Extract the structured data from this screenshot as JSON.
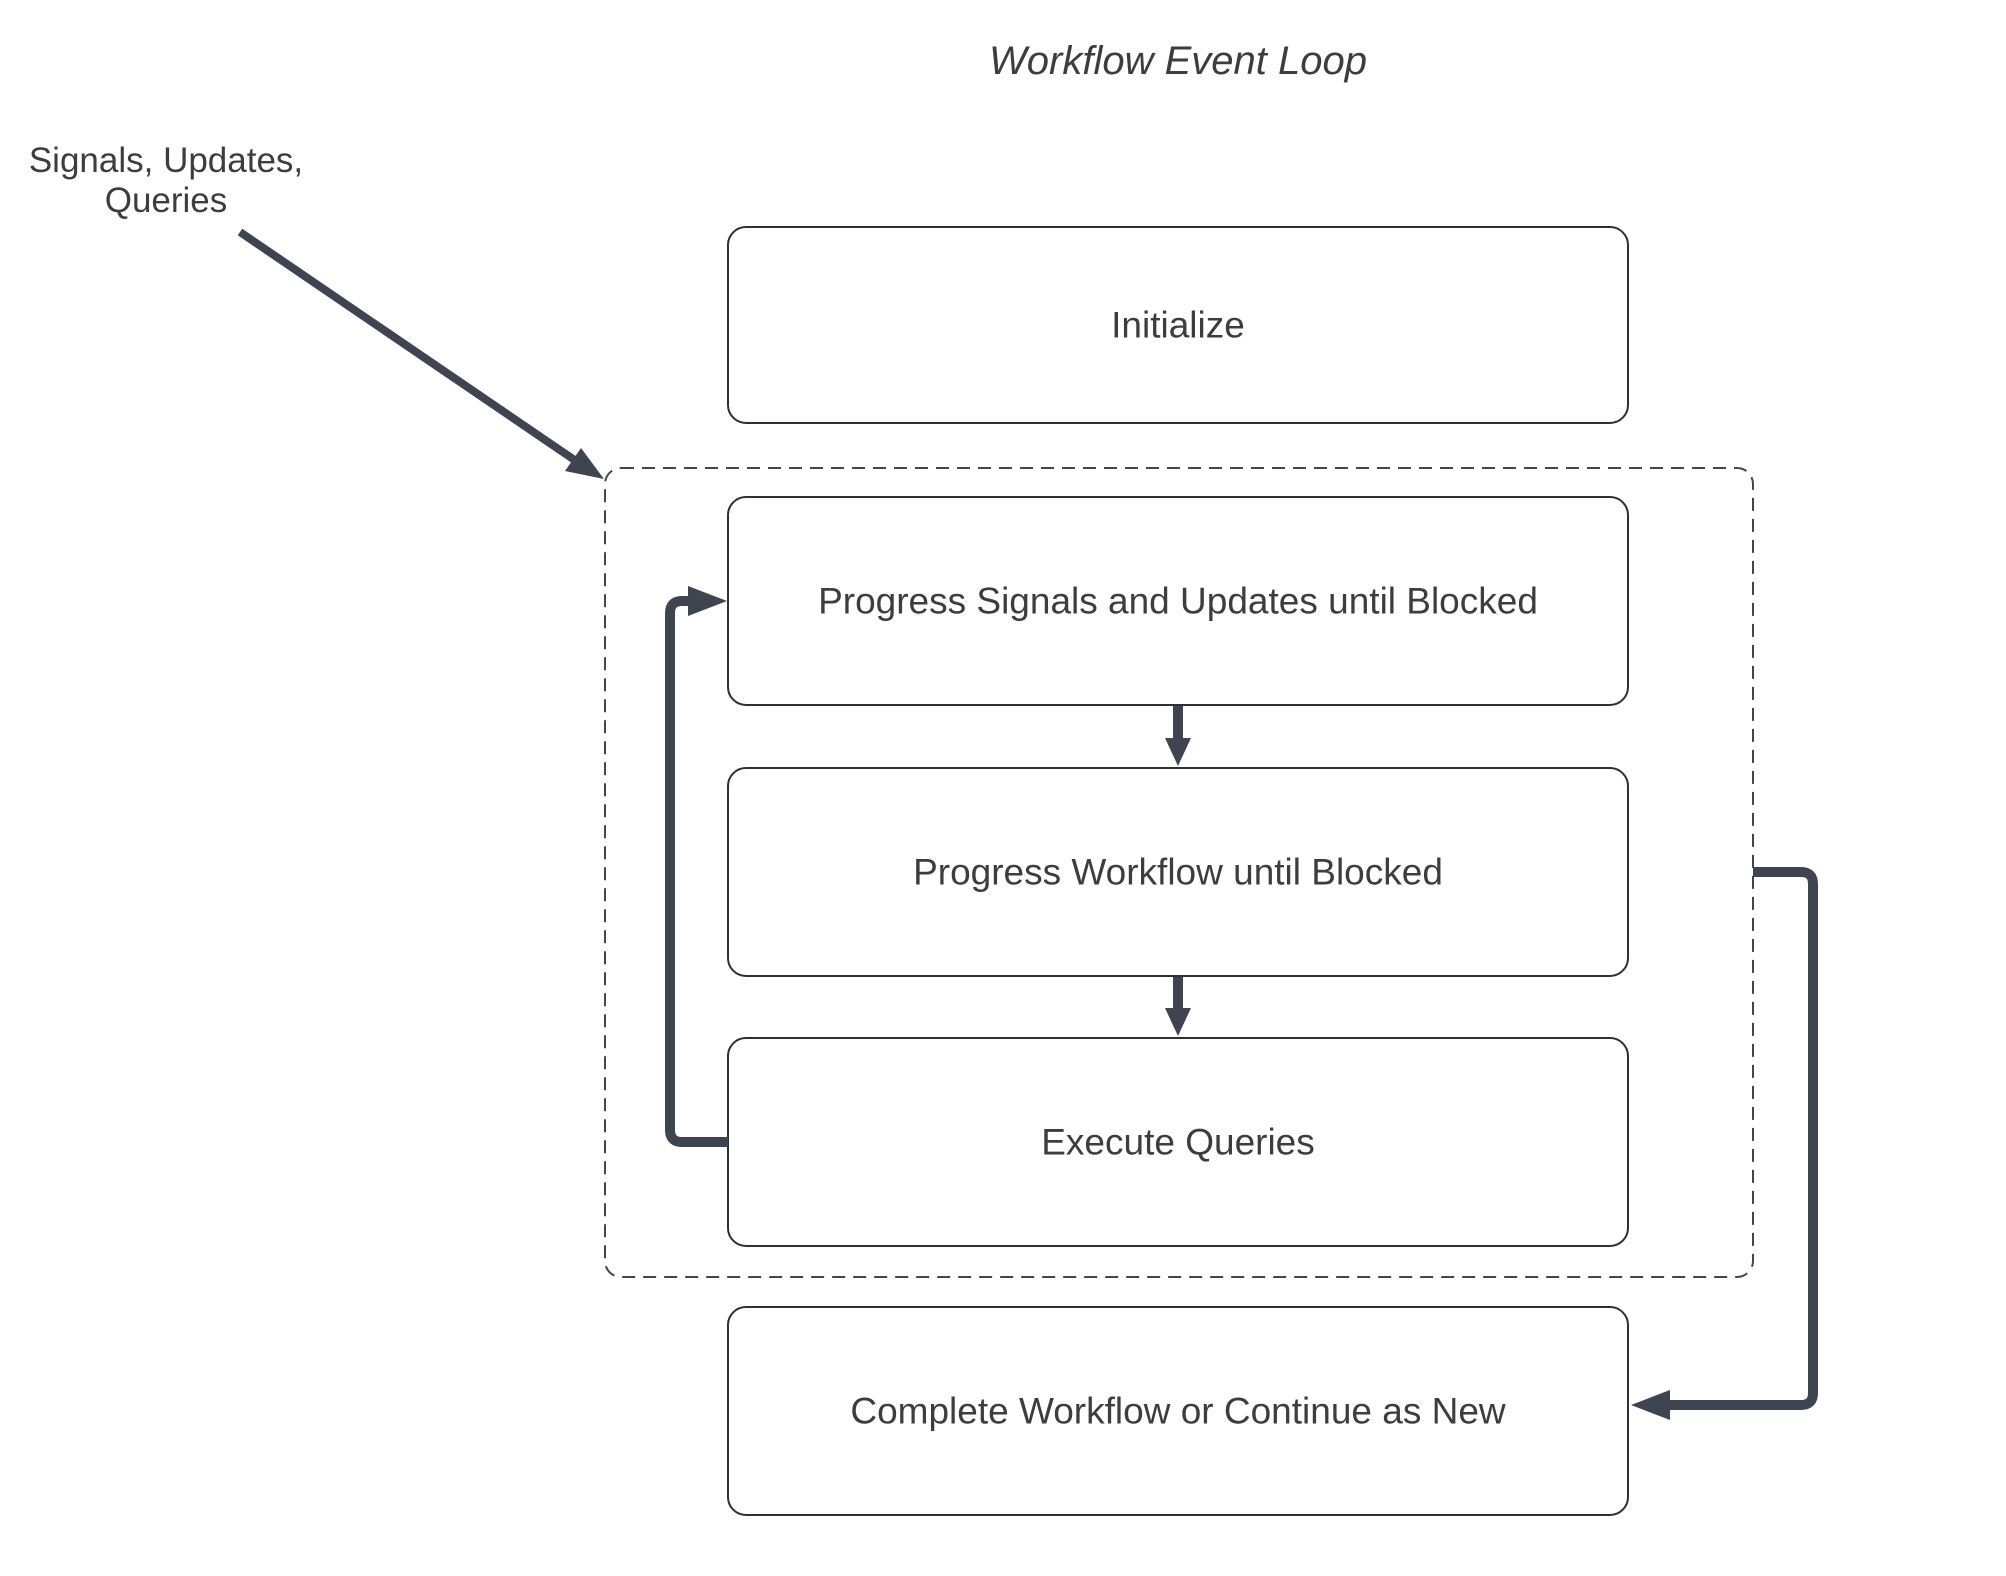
{
  "title": "Workflow Event Loop",
  "external_label": {
    "line1": "Signals, Updates,",
    "line2": "Queries"
  },
  "nodes": [
    {
      "id": "initialize",
      "label": "Initialize"
    },
    {
      "id": "progress-signals",
      "label": "Progress Signals and Updates until Blocked"
    },
    {
      "id": "progress-workflow",
      "label": "Progress Workflow until Blocked"
    },
    {
      "id": "execute-queries",
      "label": "Execute Queries"
    },
    {
      "id": "complete-workflow",
      "label": "Complete Workflow or Continue as New"
    }
  ],
  "colors": {
    "connector": "#3e4450",
    "box_border": "#303030",
    "dashed_border": "#454545",
    "text": "#3d3d3d",
    "background": "#ffffff"
  }
}
